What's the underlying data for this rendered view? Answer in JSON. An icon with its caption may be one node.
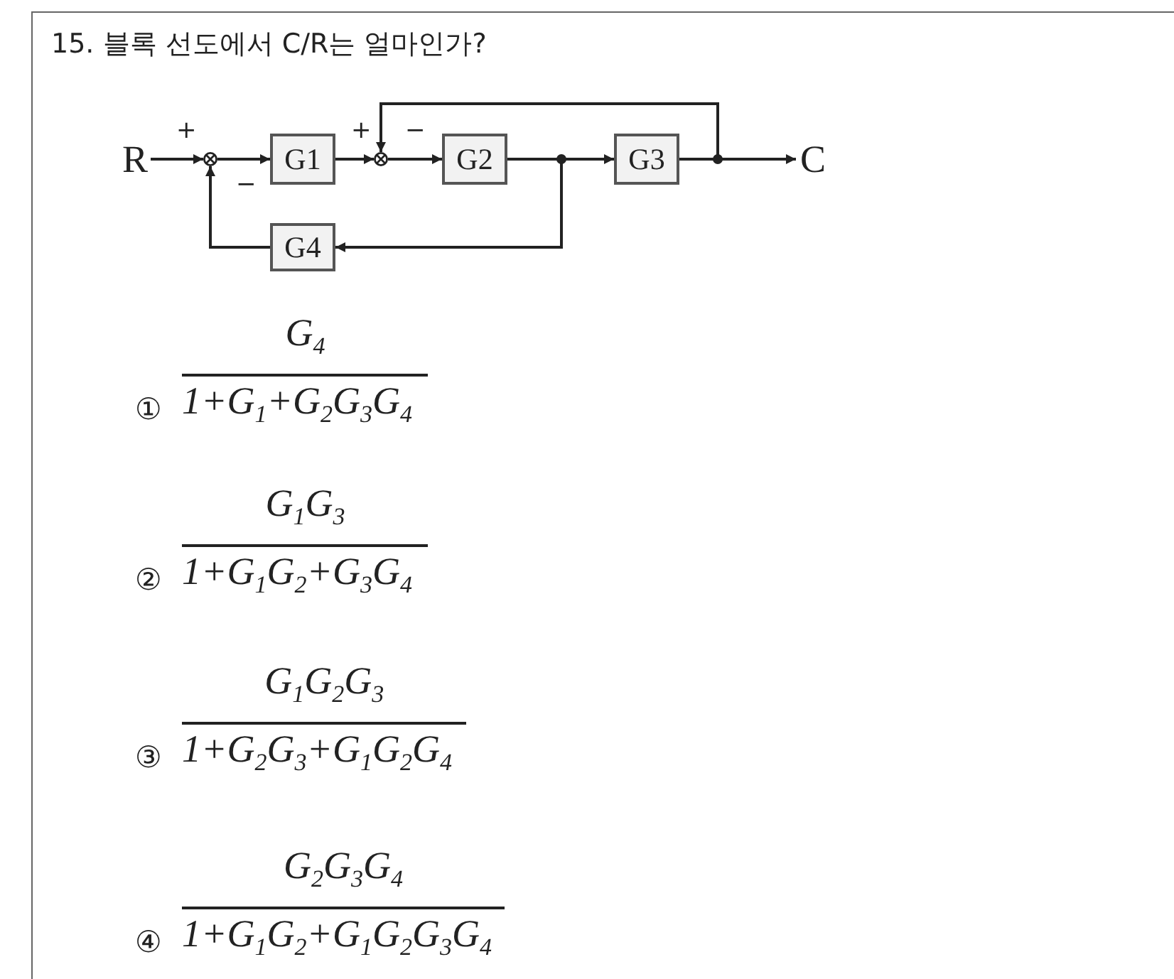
{
  "diagram": {
    "title": "15. 블록 선도에서 C/R는 얼마인가?",
    "nodes": [
      {
        "text": [
          "R"
        ]
      },
      {
        "text": [],
        "shape": "circle"
      },
      {
        "text": [
          "G1"
        ]
      },
      {
        "text": [],
        "shape": "circle"
      },
      {
        "text": [
          "G2"
        ]
      },
      {
        "text": [
          "G3"
        ]
      },
      {
        "text": [
          "C"
        ]
      },
      {
        "text": [
          "G4"
        ]
      }
    ],
    "edges": [
      {
        "from": 0,
        "to": 1,
        "arrow": "to"
      },
      {
        "from": 1,
        "to": 2,
        "arrow": "to"
      },
      {
        "from": 2,
        "to": 3,
        "arrow": "to"
      },
      {
        "from": 3,
        "to": 4,
        "arrow": "to"
      },
      {
        "from": 4,
        "to": 5,
        "arrow": "to"
      },
      {
        "from": 5,
        "to": 6,
        "arrow": "to"
      },
      {
        "from": 5,
        "to": 3,
        "arrow": "to"
      },
      {
        "from": 4,
        "to": 7,
        "arrow": "to"
      },
      {
        "from": 7,
        "to": 1,
        "arrow": "to"
      }
    ],
    "labels": [
      "+",
      "+",
      "−",
      "−",
      "G$_{4}$",
      "①",
      "1+G$_{1}$+G$_{2}$G$_{3}$G$_{4}$",
      "G$_{1}$G$_{3}$",
      "②",
      "1+G$_{1}$G$_{2}$+G$_{3}$G$_{4}$",
      "G$_{1}$G$_{2}$G$_{3}$",
      "③",
      "1+G$_{2}$G$_{3}$+G$_{1}$G$_{2}$G$_{4}$",
      "G$_{2}$G$_{3}$G$_{4}$",
      "④",
      "1+G$_{1}$G$_{2}$+G$_{1}$G$_{2}$G$_{3}$G$_{4}$"
    ]
  }
}
